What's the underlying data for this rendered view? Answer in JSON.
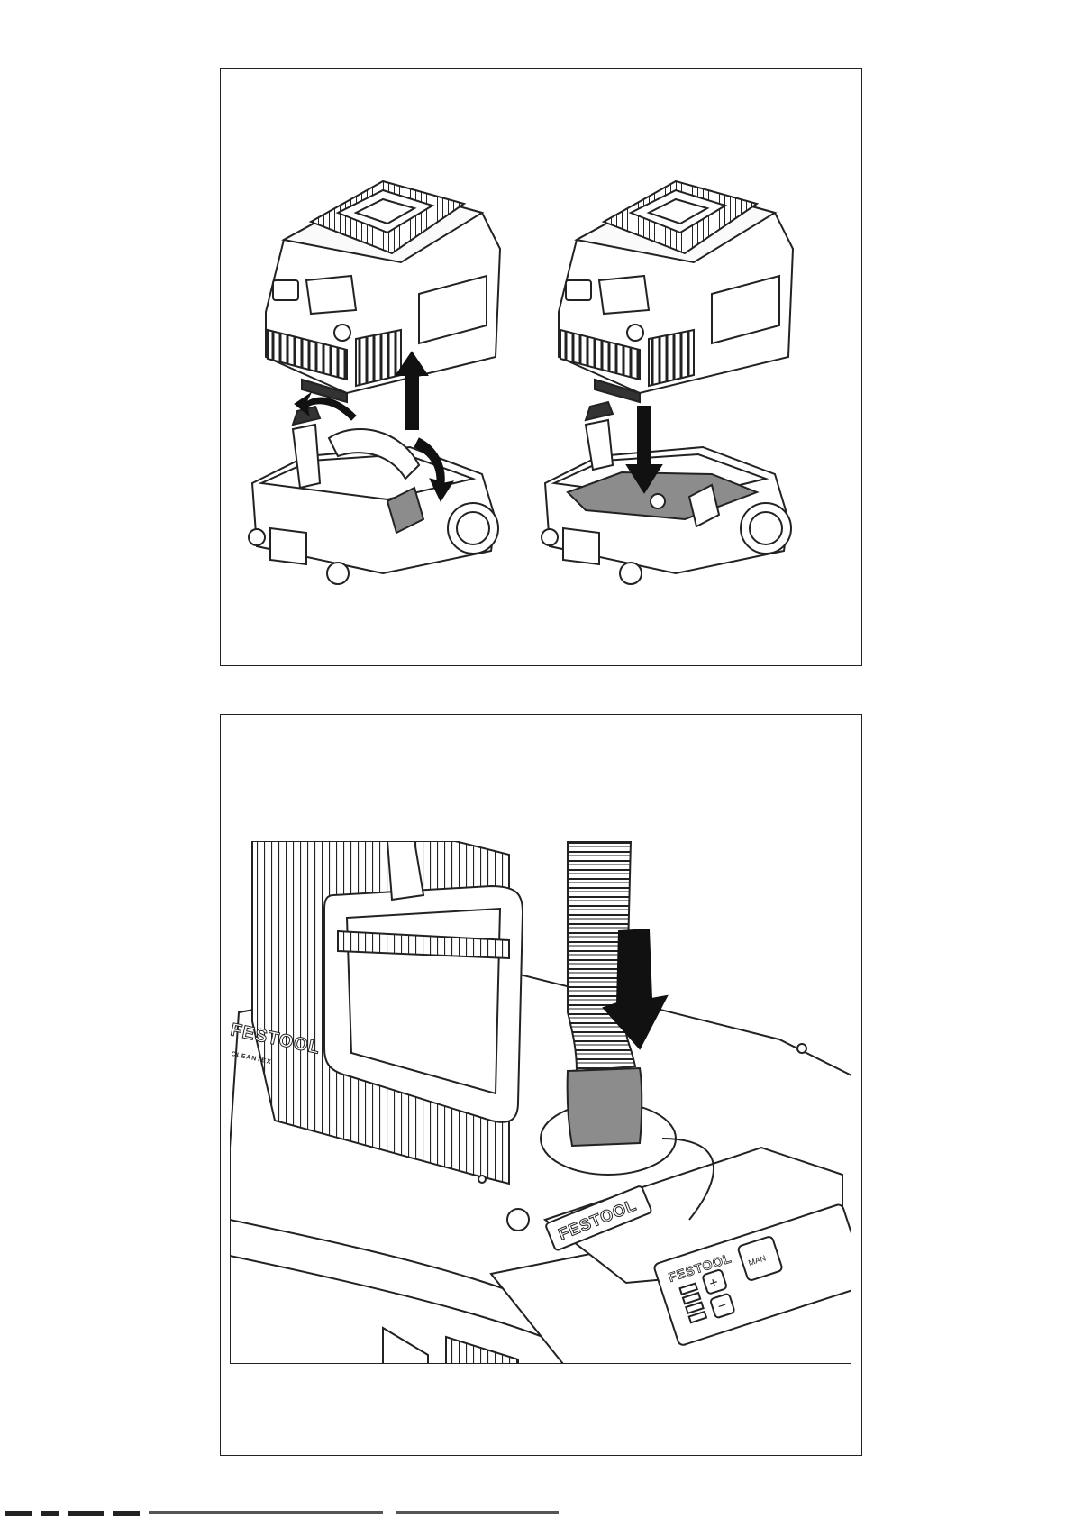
{
  "page": {
    "background": "#ffffff",
    "line_color": "#222222",
    "fill_gray": "#8c8c8c"
  },
  "figures": [
    {
      "id": "figure-top",
      "panels": [
        "remove-container",
        "insert-filter-bag"
      ]
    },
    {
      "id": "figure-bottom",
      "panels": [
        "connect-hose"
      ]
    }
  ],
  "brand": {
    "logo_text": "FESTOOL",
    "sub_text": "CLEANTEX",
    "mode_button": "MAN",
    "plus_symbol": "+",
    "minus_symbol": "−"
  },
  "arrows": {
    "top_left": [
      "rotate-handle-back",
      "lift-unit-up",
      "flip-latch-down"
    ],
    "top_right": [
      "lower-unit-down"
    ],
    "bottom": [
      "push-hose-down"
    ]
  }
}
